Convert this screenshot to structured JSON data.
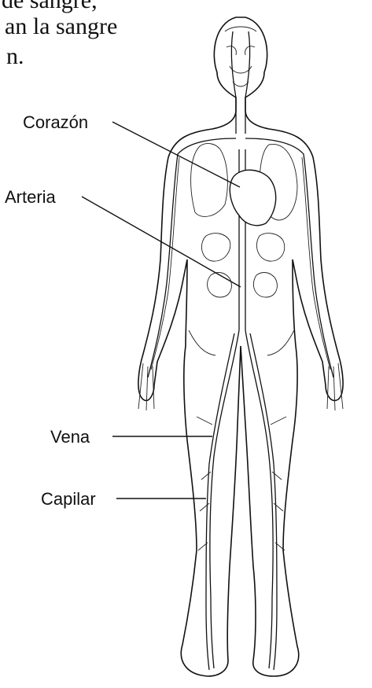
{
  "caption": {
    "line1": "de sangre,",
    "line2": "an la sangre",
    "line3": "n."
  },
  "labels": {
    "heart": "Corazón",
    "artery": "Arteria",
    "vein": "Vena",
    "capillary": "Capilar"
  }
}
